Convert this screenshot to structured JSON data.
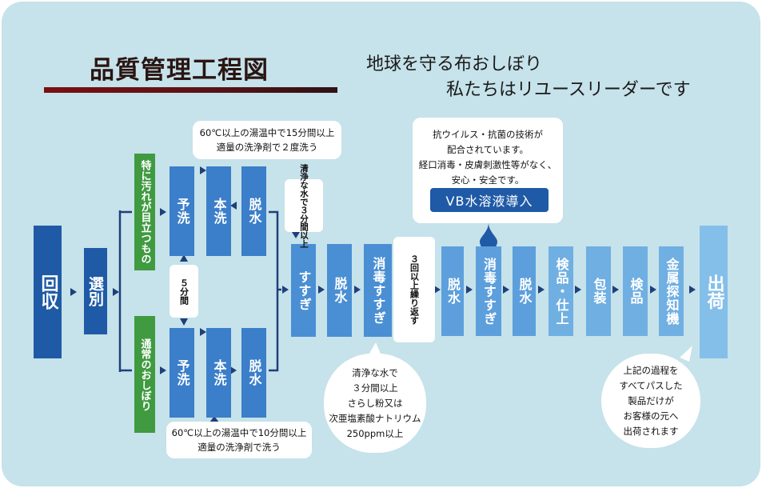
{
  "header": {
    "title": "品質管理工程図",
    "slogan_line1": "地球を守る布おしぼり",
    "slogan_line2": "私たちはリユースリーダーです"
  },
  "steps": {
    "kaishu": "回収",
    "senbetsu": "選別",
    "branch_top_label": "特に汚れが目立つもの",
    "branch_bottom_label": "通常のおしぼり",
    "top_yoarai": "予洗",
    "top_honarai": "本洗",
    "top_dassui": "脱水",
    "bottom_yoarai": "予洗",
    "bottom_honarai": "本洗",
    "bottom_dassui": "脱水",
    "gap_note": "５分間",
    "susugi": "すすぎ",
    "susugi_note": "清浄な水で３分間以上",
    "dassui_1": "脱水",
    "shodoku_susugi_1": "消毒すすぎ",
    "repeat_note": "３回以上繰り返す",
    "dassui_2": "脱水",
    "shodoku_susugi_2": "消毒すすぎ",
    "dassui_3": "脱水",
    "kenpin_shiage": "検品・仕上",
    "housou": "包装",
    "kenpin": "検品",
    "kinzoku_tanchiki": "金属探知機",
    "shukka": "出荷"
  },
  "bubbles": {
    "top_wash": [
      "60℃以上の湯温中で15分間以上",
      "適量の洗浄剤で２度洗う"
    ],
    "bottom_wash": [
      "60℃以上の湯温中で10分間以上",
      "適量の洗浄剤で洗う"
    ],
    "antivirus": [
      "抗ウイルス・抗菌の技術が",
      "配合されています。",
      "経口消毒・皮膚刺激性等がなく、",
      "安心・安全です。"
    ],
    "vb_banner": "VB水溶液導入",
    "disinfect": [
      "清浄な水で",
      "３分間以上",
      "さらし粉又は",
      "次亜塩素酸ナトリウム",
      "250ppm以上"
    ],
    "shipping": [
      "上記の過程を",
      "すべてパスした",
      "製品だけが",
      "お客様の元へ",
      "出荷されます"
    ]
  },
  "colors": {
    "panel": "#c6e2ea",
    "dark_blue": "#1f5aa6",
    "green": "#3f9a40",
    "title_bar": "#7a0f12",
    "connector": "#1f3f7a"
  }
}
